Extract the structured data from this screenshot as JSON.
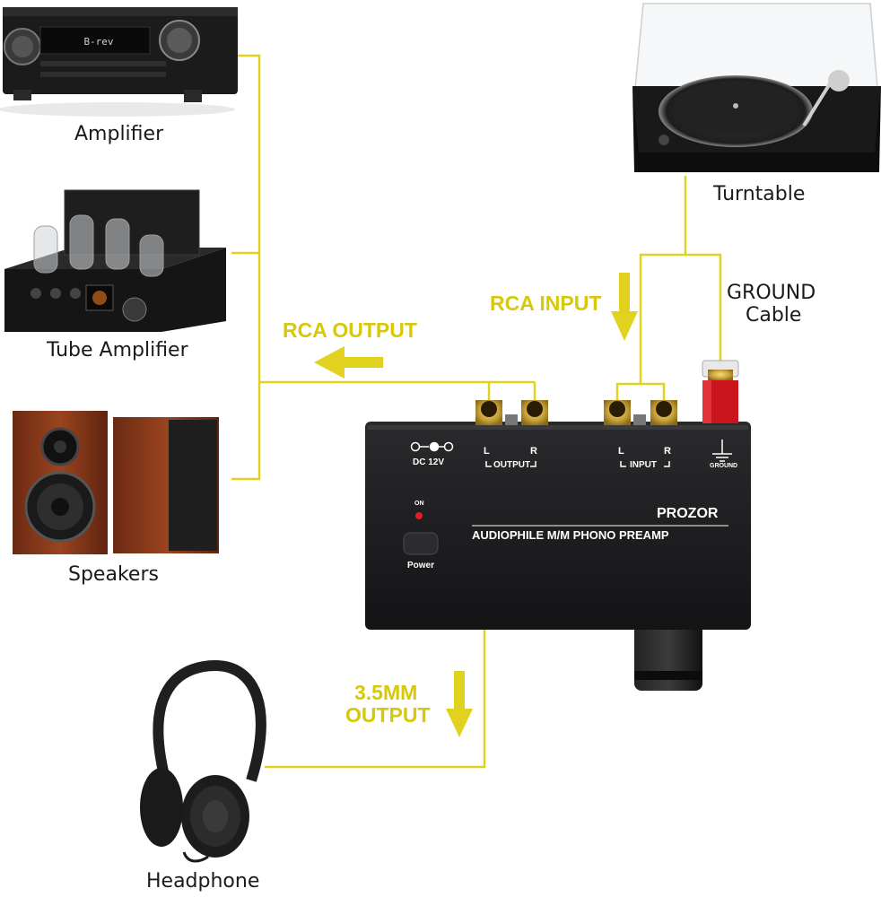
{
  "colors": {
    "connector_line": "#e0d21f",
    "arrow": "#e0d21f",
    "label_accent": "#d8c80c",
    "device_body": "#1c1c1e",
    "background": "#ffffff"
  },
  "devices": {
    "amplifier": {
      "label": "Amplifier",
      "display_text": "B-rev"
    },
    "tube_amplifier": {
      "label": "Tube Amplifier"
    },
    "speakers": {
      "label": "Speakers"
    },
    "turntable": {
      "label": "Turntable"
    },
    "headphone": {
      "label": "Headphone"
    }
  },
  "connections": {
    "rca_output": "RCA OUTPUT",
    "rca_input": "RCA INPUT",
    "ground_cable_line1": "GROUND",
    "ground_cable_line2": "Cable",
    "output_35mm_line1": "3.5MM",
    "output_35mm_line2": "OUTPUT"
  },
  "preamp": {
    "brand": "PROZOR",
    "model": "AUDIOPHILE M/M PHONO PREAMP",
    "dc_label": "DC 12V",
    "output_label": "OUTPUT",
    "input_label": "INPUT",
    "left_channel": "L",
    "right_channel": "R",
    "ground_label": "GROUND",
    "power_on_label": "ON",
    "power_label": "Power"
  }
}
